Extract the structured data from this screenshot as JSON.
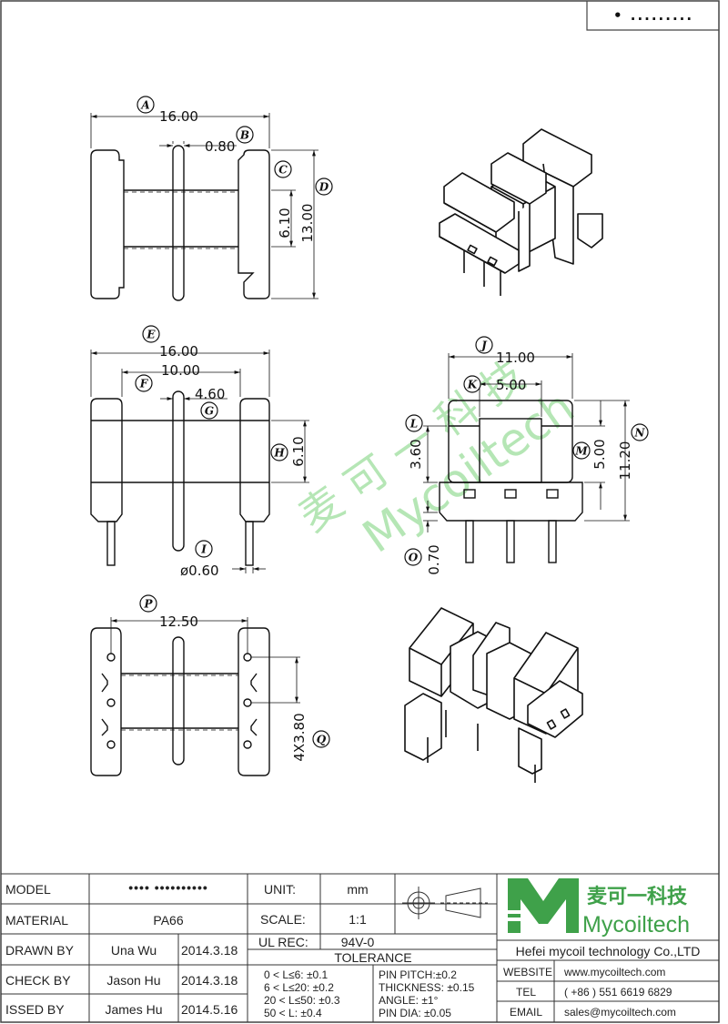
{
  "part_number_box": "• .........",
  "dimensions": {
    "A": "16.00",
    "B": "0.80",
    "C": "6.10",
    "D": "13.00",
    "E": "16.00",
    "F": "10.00",
    "G": "4.60",
    "H": "6.10",
    "I": "ø0.60",
    "J": "11.00",
    "K": "5.00",
    "L": "3.60",
    "M": "5.00",
    "N": "11.20",
    "O": "0.70",
    "P": "12.50",
    "Q": "4X3.80"
  },
  "balloon_letters": [
    "A",
    "B",
    "C",
    "D",
    "E",
    "F",
    "G",
    "H",
    "I",
    "J",
    "K",
    "L",
    "M",
    "N",
    "O",
    "P",
    "Q"
  ],
  "watermark": {
    "chinese": "麦 可 一 科 技",
    "latin": "Mycoiltech"
  },
  "title_block": {
    "model_label": "MODEL",
    "model_value": "••••  ••••••••••",
    "material_label": "MATERIAL",
    "material_value": "PA66",
    "drawn_label": "DRAWN BY",
    "drawn_name": "Una Wu",
    "drawn_date": "2014.3.18",
    "check_label": "CHECK BY",
    "check_name": "Jason Hu",
    "check_date": "2014.3.18",
    "issued_label": "ISSED BY",
    "issued_name": "James Hu",
    "issued_date": "2014.5.16",
    "unit_label": "UNIT:",
    "unit_value": "mm",
    "scale_label": "SCALE:",
    "scale_value": "1:1",
    "ulrec_label": "UL REC:",
    "ulrec_value": "94V-0",
    "tolerance_label": "TOLERANCE",
    "tol_1": "0 < L≤6:  ±0.1",
    "tol_2": "6 < L≤20:  ±0.2",
    "tol_3": "20 < L≤50:  ±0.3",
    "tol_4": "50 < L:  ±0.4",
    "tol_5": "PIN PITCH:±0.2",
    "tol_6": "THICKNESS:  ±0.15",
    "tol_7": "ANGLE:  ±1°",
    "tol_8": "PIN DIA:  ±0.05",
    "logo_cn": "麦可一科技",
    "logo_en": "Mycoiltech",
    "company": "Hefei mycoil technology Co.,LTD",
    "website_label": "WEBSITE",
    "website_value": "www.mycoiltech.com",
    "tel_label": "TEL",
    "tel_value": "( +86 ) 551 6619 6829",
    "email_label": "EMAIL",
    "email_value": "sales@mycoiltech.com"
  },
  "colors": {
    "logo_green": "#3fa14a",
    "line": "#111111",
    "watermark": "#7ad27a"
  }
}
